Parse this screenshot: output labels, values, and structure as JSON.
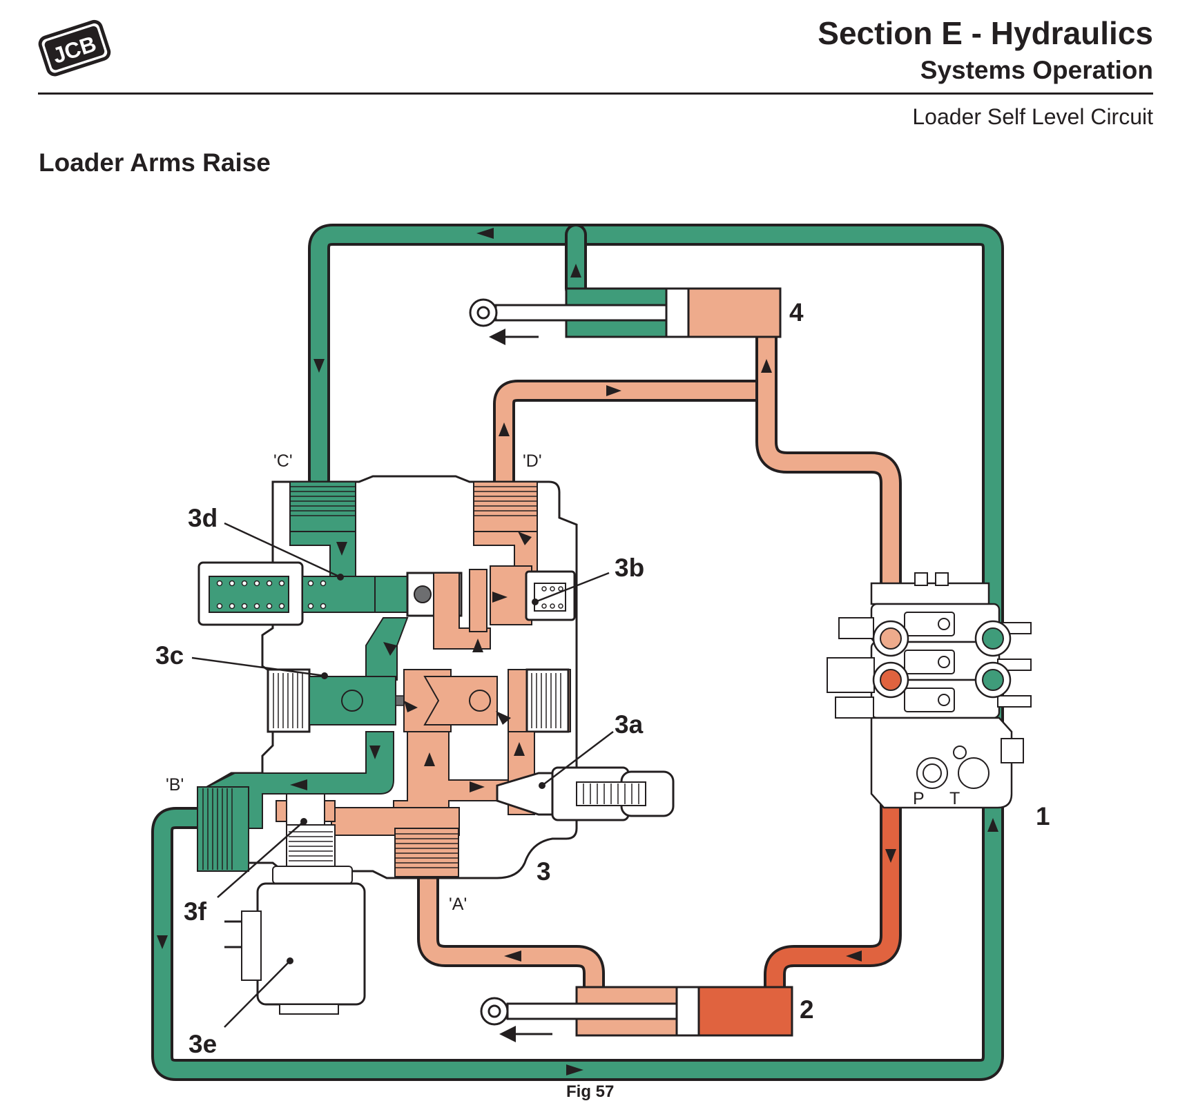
{
  "header": {
    "brand": "JCB",
    "section_title": "Section E - Hydraulics",
    "section_subtitle": "Systems Operation",
    "topic": "Loader Self Level Circuit"
  },
  "page": {
    "heading": "Loader Arms Raise"
  },
  "diagram": {
    "component_labels": [
      "1",
      "2",
      "3",
      "4",
      "3a",
      "3b",
      "3c",
      "3d",
      "3e",
      "3f"
    ],
    "port_labels": [
      "'A'",
      "'B'",
      "'C'",
      "'D'"
    ],
    "valve_port_letters": [
      "P",
      "T"
    ],
    "colors": {
      "return_green": "#3f9c7a",
      "low_pressure_salmon": "#eeab8c",
      "high_pressure_orange": "#e0633f"
    }
  },
  "footer": {
    "caption_partial": "Fig 57"
  }
}
